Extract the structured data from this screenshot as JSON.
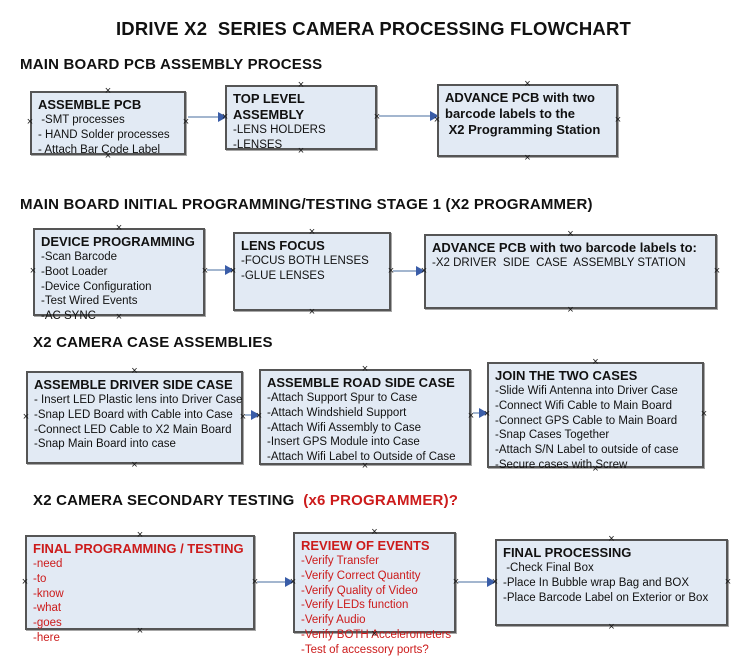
{
  "page_title": "IDRIVE X2  SERIES CAMERA PROCESSING FLOWCHART",
  "colors": {
    "box_fill": "#e2eaf4",
    "box_border": "#555555",
    "red": "#cc1b1b",
    "arrow_line": "#a3b6cf",
    "arrow_head": "#3a5da8"
  },
  "sections": [
    {
      "header": "MAIN BOARD PCB ASSEMBLY PROCESS",
      "header_suffix": "",
      "boxes": [
        {
          "title": "ASSEMBLE PCB",
          "lines": [
            " -SMT processes",
            "- HAND Solder processes",
            "- Attach Bar Code Label"
          ]
        },
        {
          "title": "TOP LEVEL ASSEMBLY",
          "lines": [
            "-LENS HOLDERS",
            "-LENSES"
          ]
        },
        {
          "title": "ADVANCE PCB with two barcode labels to the\n X2 Programming Station",
          "lines": []
        }
      ]
    },
    {
      "header": "MAIN BOARD INITIAL PROGRAMMING/TESTING STAGE 1 (X2 PROGRAMMER)",
      "header_suffix": "",
      "boxes": [
        {
          "title": "DEVICE PROGRAMMING",
          "lines": [
            "-Scan Barcode",
            "-Boot Loader",
            "-Device Configuration",
            "-Test Wired Events",
            "-AC SYNC"
          ]
        },
        {
          "title": "LENS FOCUS",
          "lines": [
            "-FOCUS BOTH LENSES",
            "-GLUE LENSES"
          ]
        },
        {
          "title": "ADVANCE PCB with two barcode labels to:",
          "lines": [
            "-X2 DRIVER  SIDE  CASE  ASSEMBLY STATION"
          ]
        }
      ]
    },
    {
      "header": "X2 CAMERA CASE ASSEMBLIES",
      "header_suffix": "",
      "boxes": [
        {
          "title": "ASSEMBLE DRIVER SIDE CASE",
          "lines": [
            "- Insert LED Plastic lens into Driver Case",
            "-Snap LED Board with Cable into Case",
            "-Connect LED Cable to X2 Main Board",
            "-Snap Main Board into case"
          ]
        },
        {
          "title": "ASSEMBLE ROAD SIDE CASE",
          "lines": [
            "-Attach Support Spur to Case",
            "-Attach Windshield Support",
            "-Attach Wifi Assembly to Case",
            "-Insert GPS Module into Case",
            "-Attach Wifi Label to Outside of Case"
          ]
        },
        {
          "title": "JOIN THE TWO CASES",
          "lines": [
            "-Slide Wifi Antenna into Driver Case",
            "-Connect Wifi Cable to Main Board",
            "-Connect GPS Cable to Main Board",
            "-Snap Cases Together",
            "-Attach S/N Label to outside of case",
            "-Secure cases with Screw"
          ]
        }
      ]
    },
    {
      "header": "X2 CAMERA SECONDARY TESTING  ",
      "header_suffix": "(x6 PROGRAMMER)?",
      "boxes": [
        {
          "title": "FINAL PROGRAMMING / TESTING",
          "lines": [
            "-need",
            "-to",
            "-know",
            "-what",
            "-goes",
            "-here"
          ]
        },
        {
          "title": "REVIEW OF EVENTS",
          "lines": [
            "-Verify Transfer",
            "-Verify Correct Quantity",
            "-Verify Quality of Video",
            "-Verify LEDs function",
            "-Verify Audio",
            "-Verify BOTH Accelerometers",
            "-Test of accessory ports?"
          ]
        },
        {
          "title": "FINAL PROCESSING",
          "lines": [
            " -Check Final Box",
            "-Place In Bubble wrap Bag and BOX",
            "-Place Barcode Label on Exterior or Box"
          ]
        }
      ]
    }
  ]
}
